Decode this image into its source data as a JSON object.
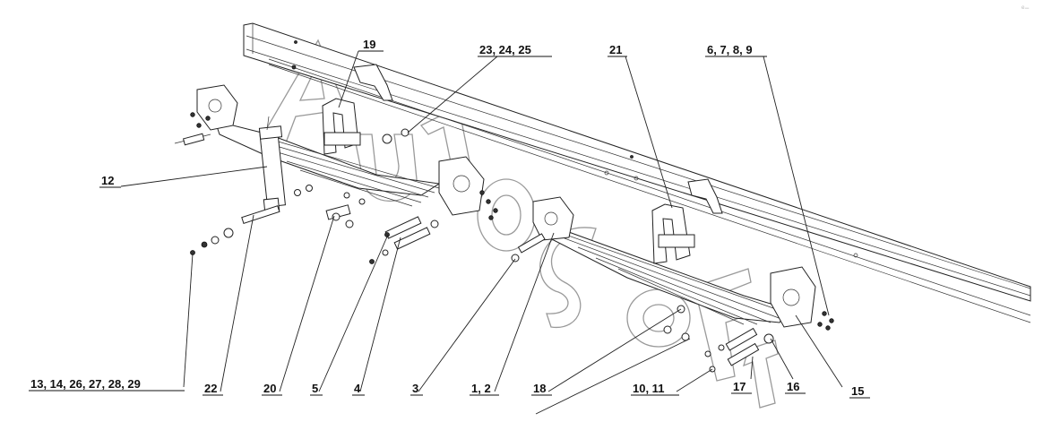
{
  "diagram": {
    "callouts": [
      {
        "id": "c19",
        "label": "19"
      },
      {
        "id": "c23",
        "label": "23, 24, 25"
      },
      {
        "id": "c21",
        "label": "21"
      },
      {
        "id": "c6",
        "label": "6, 7, 8, 9"
      },
      {
        "id": "c12",
        "label": "12"
      },
      {
        "id": "c13",
        "label": "13, 14, 26, 27, 28, 29"
      },
      {
        "id": "c22",
        "label": "22"
      },
      {
        "id": "c20",
        "label": "20"
      },
      {
        "id": "c5",
        "label": "5"
      },
      {
        "id": "c4",
        "label": "4"
      },
      {
        "id": "c3",
        "label": "3"
      },
      {
        "id": "c1",
        "label": "1, 2"
      },
      {
        "id": "c18",
        "label": "18"
      },
      {
        "id": "c10",
        "label": "10, 11"
      },
      {
        "id": "c17",
        "label": "17"
      },
      {
        "id": "c16",
        "label": "16"
      },
      {
        "id": "c15",
        "label": "15"
      }
    ],
    "watermark": "AutoSoft",
    "corner_mark": "ᵉ−"
  }
}
